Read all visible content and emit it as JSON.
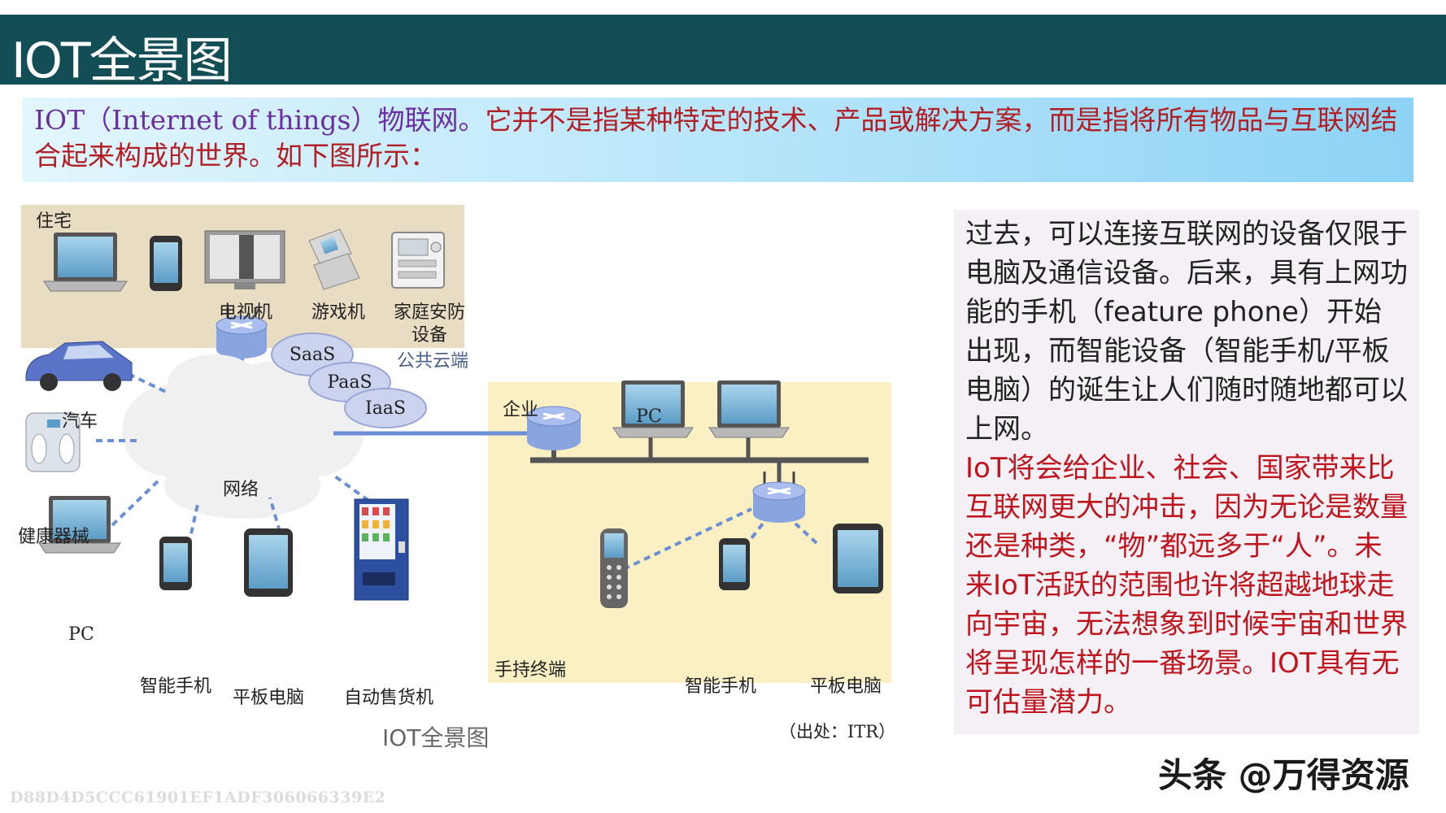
{
  "header": {
    "title": "IOT全景图"
  },
  "intro": {
    "lead": "IOT（Internet of things）物联网。",
    "body": "它并不是指某种特定的技术、产品或解决方案，而是指将所有物品与互联网结合起来构成的世界。如下图所示："
  },
  "diagram": {
    "home_title": "住宅",
    "home_tv": "电视机",
    "home_game": "游戏机",
    "home_security_1": "家庭安防",
    "home_security_2": "设备",
    "car": "汽车",
    "fitness": "健康器械",
    "pc_left": "PC",
    "phone_left": "智能手机",
    "tablet_left": "平板电脑",
    "vending": "自动售货机",
    "network": "网络",
    "saas": "SaaS",
    "paas": "PaaS",
    "iaas": "IaaS",
    "public_cloud": "公共云端",
    "enterprise_title": "企业",
    "enterprise_pc": "PC",
    "handheld": "手持终端",
    "phone_right": "智能手机",
    "tablet_right": "平板电脑",
    "caption": "IOT全景图",
    "source": "（出处：ITR）",
    "colors": {
      "home_bg": "#e8dcc2",
      "enterprise_bg": "#fbefc4",
      "router": "#8aa4e0",
      "cloud": "#f0f0f0",
      "link": "#6b8fd4"
    }
  },
  "side_text": {
    "paragraph1": "过去，可以连接互联网的设备仅限于电脑及通信设备。后来，具有上网功能的手机（feature phone）开始出现，而智能设备（智能手机/平板电脑）的诞生让人们随时随地都可以上网。",
    "paragraph2": "IoT将会给企业、社会、国家带来比互联网更大的冲击，因为无论是数量还是种类，“物”都远多于“人”。未来IoT活跃的范围也许将超越地球走向宇宙，无法想象到时候宇宙和世界将呈现怎样的一番场景。IOT具有无可估量潜力。"
  },
  "watermark": "头条 @万得资源",
  "hash_code": "D88D4D5CCC61901EF1ADF306066339E2"
}
